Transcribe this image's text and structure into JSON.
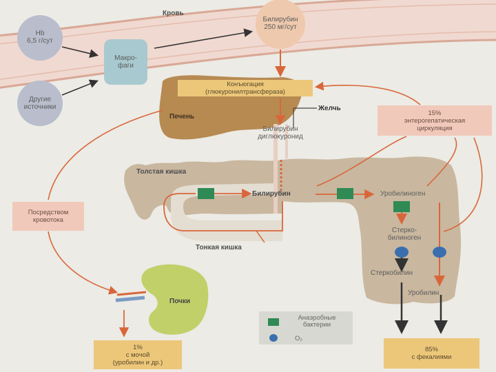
{
  "colors": {
    "background": "#ecebe5",
    "blood_band": "#f0d9d0",
    "organ": "#c8b49a",
    "liver": "#b78a52",
    "orange_arrow": "#d9663a",
    "dark_arrow": "#3a3a3a",
    "bacteria": "#2f8a55",
    "oxygen": "#3a6fae",
    "pink_box": "#f1c9bb",
    "yellow_box": "#ecc77a"
  },
  "labels": {
    "blood": "Кровь",
    "hb_line1": "Hb",
    "hb_line2": "6,5 г/сут",
    "other_line1": "Другие",
    "other_line2": "источники",
    "macrophage_line1": "Макро-",
    "macrophage_line2": "фаги",
    "bilirubin_blood_line1": "Билирубин",
    "bilirubin_blood_line2": "250 мг/сут",
    "conjugation_line1": "Конъюгация",
    "conjugation_line2": "(глюкуронилтрансфераза)",
    "liver": "Печень",
    "bile": "Желчь",
    "bilirubin_diglucuronide_line1": "Билирубин",
    "bilirubin_diglucuronide_line2": "диглюкуронид",
    "enterohepatic_line1": "15%",
    "enterohepatic_line2": "энтерогепатическая",
    "enterohepatic_line3": "циркуляция",
    "large_intestine": "Толстая кишка",
    "bilirubin_gut": "Билирубин",
    "urobilinogen": "Уробилиноген",
    "via_blood_line1": "Посредством",
    "via_blood_line2": "кровотока",
    "stercobilinogen_line1": "Стерко-",
    "stercobilinogen_line2": "билиноген",
    "small_intestine": "Тонкая кишка",
    "stercobilin": "Стеркобилин",
    "urobilin": "Уробилин",
    "kidneys": "Почки",
    "urine_line1": "1%",
    "urine_line2": "с мочой",
    "urine_line3": "(уробилин и др.)",
    "feces_line1": "85%",
    "feces_line2": "с фекалиями"
  },
  "legend": {
    "bacteria_line1": "Анаэробные",
    "bacteria_line2": "бактерии",
    "oxygen": "O₂"
  }
}
